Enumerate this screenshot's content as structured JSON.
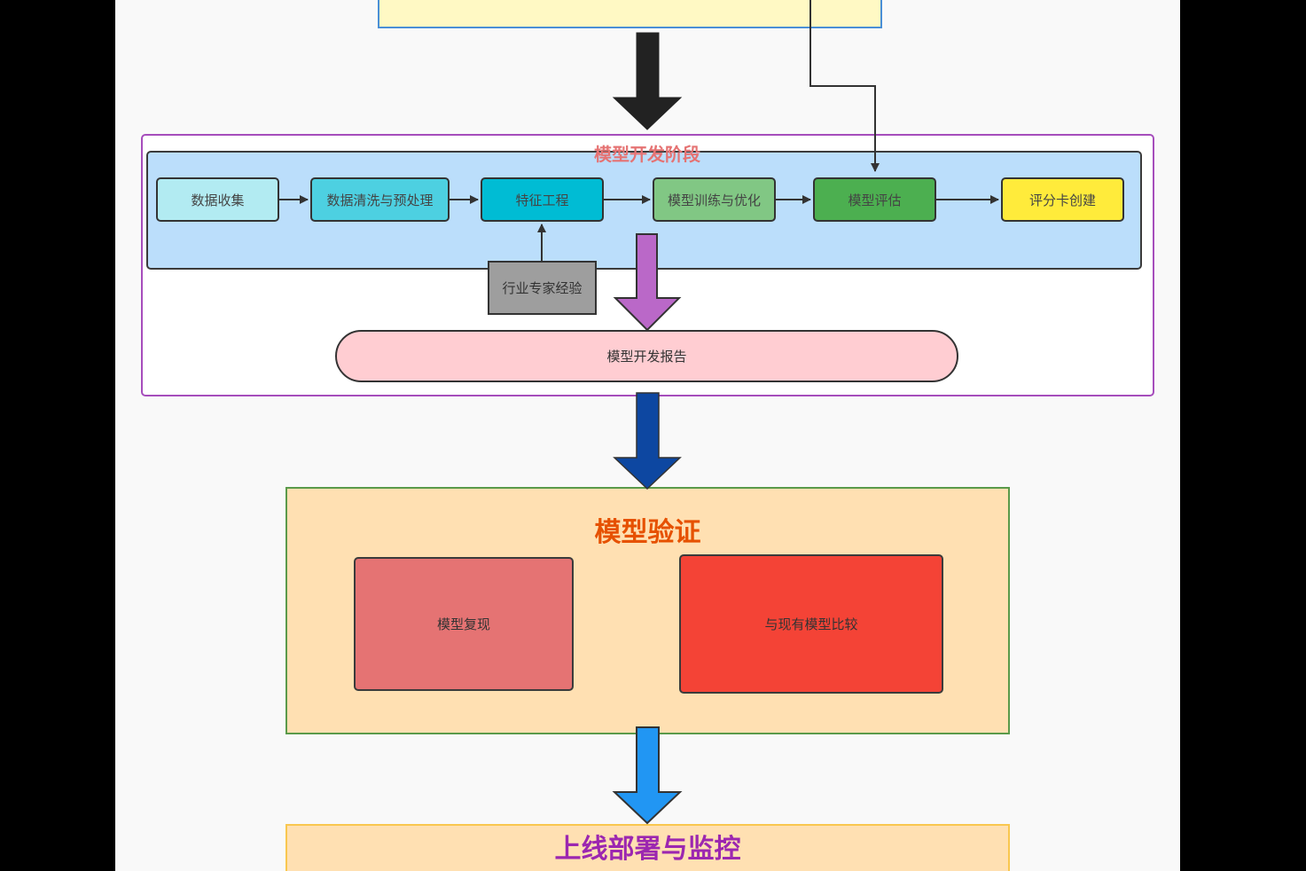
{
  "diagram": {
    "dev_stage": {
      "title": "模型开发阶段",
      "steps": [
        {
          "label": "数据收集",
          "color": "#b2ebf2"
        },
        {
          "label": "数据清洗与预处理",
          "color": "#4dd0e1"
        },
        {
          "label": "特征工程",
          "color": "#00bcd4"
        },
        {
          "label": "模型训练与优化",
          "color": "#81c784"
        },
        {
          "label": "模型评估",
          "color": "#4caf50"
        },
        {
          "label": "评分卡创建",
          "color": "#ffeb3b"
        }
      ],
      "expert_input": "行业专家经验",
      "report": "模型开发报告"
    },
    "validation": {
      "title": "模型验证",
      "items": [
        "模型复现",
        "与现有模型比较"
      ]
    },
    "deployment": {
      "title": "上线部署与监控"
    },
    "colors": {
      "dev_title": "#e57373",
      "validation_title": "#e65100",
      "deployment_title": "#9c27b0",
      "arrow_top": "#222222",
      "arrow_report": "#ba68c8",
      "arrow_validation": "#0d47a1",
      "arrow_deploy": "#2196f3"
    }
  }
}
